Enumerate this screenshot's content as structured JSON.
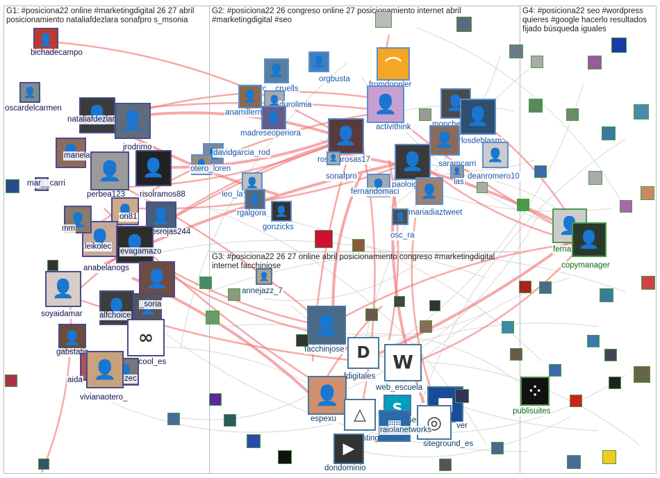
{
  "groups": [
    {
      "id": "G1",
      "title": "G1: #posiciona22 online #marketingdigital 26 27 abril posicionamiento nataliafdezlara sonafpro s_msonia"
    },
    {
      "id": "G2",
      "title": "G2: #posiciona22 26 congreso online 27 posicionamiento internet abril #marketingdigital #seo"
    },
    {
      "id": "G3",
      "title": "G3: #posiciona22 26 27 online abril posicionamiento congreso #marketingdigital internet facchinjose"
    },
    {
      "id": "G4",
      "title": "G4: #posiciona22 seo #wordpress quieres #google hacerlo resultados fijado búsqueda iguales"
    }
  ],
  "colors": {
    "edge_strong": "#f07070",
    "edge_light": "#d9d9d9",
    "panel_border": "#b9b9b9"
  },
  "nodes": [
    {
      "g": "g1",
      "label": "bichadecampo",
      "color": "#c0392b",
      "glyph": "👤"
    },
    {
      "g": "g1",
      "label": "oscardelcarmen",
      "color": "#7f8c8d",
      "glyph": "👤"
    },
    {
      "g": "g1",
      "label": "nataliafdezlara",
      "color": "#3b3b3b",
      "glyph": "👤"
    },
    {
      "g": "g1",
      "label": "jrodrimo",
      "color": "#5d6d7e",
      "glyph": "👤"
    },
    {
      "g": "g1",
      "label": "mariela",
      "color": "#8e6c5a",
      "glyph": "👤"
    },
    {
      "g": "g1",
      "label": "mar__carri",
      "color": "#a0a0a0",
      "glyph": "👤"
    },
    {
      "g": "g1",
      "label": "perbea123",
      "color": "#9b9b9b",
      "glyph": "👤"
    },
    {
      "g": "g1",
      "label": "risolramos88",
      "color": "#222222",
      "glyph": "👤"
    },
    {
      "g": "g1",
      "label": "on81",
      "color": "#cfa98a",
      "glyph": "👤"
    },
    {
      "g": "g1",
      "label": "osrojas244",
      "color": "#4a5d7a",
      "glyph": "👤"
    },
    {
      "g": "g1",
      "label": "leikolec",
      "color": "#c9a89a",
      "glyph": "👤"
    },
    {
      "g": "g1",
      "label": "evagamazo",
      "color": "#2d2d2d",
      "glyph": "👤"
    },
    {
      "g": "g1",
      "label": "anabelanogs",
      "color": "#6d4c41",
      "glyph": "👤"
    },
    {
      "g": "g1",
      "label": "soyaidamar",
      "color": "#d7ccc8",
      "glyph": "👤"
    },
    {
      "g": "g1",
      "label": "alfchoice",
      "color": "#3e3e3e",
      "glyph": "👤"
    },
    {
      "g": "g1",
      "label": "_soria",
      "color": "#555555",
      "glyph": "👤"
    },
    {
      "g": "g1",
      "label": "gabstatic",
      "color": "#6b4b3a",
      "glyph": "👤"
    },
    {
      "g": "g1",
      "label": "metricool_es",
      "color": "#ffffff",
      "glyph": "∞"
    },
    {
      "g": "g1",
      "label": "aida",
      "color": "#aa5555",
      "glyph": "👤"
    },
    {
      "g": "g1",
      "label": "zec",
      "color": "#777777",
      "glyph": "👤"
    },
    {
      "g": "g1",
      "label": "vivianaotero_",
      "color": "#c7a27c",
      "glyph": "👤"
    },
    {
      "g": "g1",
      "label": "mm",
      "color": "#8a7a6a",
      "glyph": "👤"
    },
    {
      "g": "g2",
      "label": "marc__cruells",
      "color": "#5a7fa0",
      "glyph": "👤"
    },
    {
      "g": "g2",
      "label": "orgbusta",
      "color": "#3f7fbf",
      "glyph": "👤"
    },
    {
      "g": "g2",
      "label": "anamillernet",
      "color": "#8a6a4a",
      "glyph": "👤"
    },
    {
      "g": "g2",
      "label": "durolimia",
      "color": "#aaaaaa",
      "glyph": "👤"
    },
    {
      "g": "g2",
      "label": "madreseoperiora",
      "color": "#6a5a8a",
      "glyph": "👤"
    },
    {
      "g": "g2",
      "label": "davidgarcia_rod",
      "color": "#7a8a9a",
      "glyph": "👤"
    },
    {
      "g": "g2",
      "label": "otero_loren",
      "color": "#9a8a7a",
      "glyph": "👤"
    },
    {
      "g": "g2",
      "label": "leo_la",
      "color": "#bfbfbf",
      "glyph": "👤"
    },
    {
      "g": "g2",
      "label": "rgalgora",
      "color": "#5a6a7a",
      "glyph": "👤"
    },
    {
      "g": "g2",
      "label": "gonzicks",
      "color": "#333333",
      "glyph": "👤"
    },
    {
      "g": "g2",
      "label": "fromdoppler",
      "color": "#f5a623",
      "glyph": "⌒"
    },
    {
      "g": "g2",
      "label": "activithink",
      "color": "#c8a0d0",
      "glyph": "👤"
    },
    {
      "g": "g2",
      "label": "monche",
      "color": "#4a4a4a",
      "glyph": "👤"
    },
    {
      "g": "g2",
      "label": "carlosdeblasm",
      "color": "#2f4f6f",
      "glyph": "👤"
    },
    {
      "g": "g2",
      "label": "rosanarosas17",
      "color": "#5a3a3a",
      "glyph": "👤"
    },
    {
      "g": "g2",
      "label": "sonafpro",
      "color": "#aaaaaa",
      "glyph": "👤"
    },
    {
      "g": "g2",
      "label": "saramcarri",
      "color": "#8a6a5a",
      "glyph": "👤"
    },
    {
      "g": "g2",
      "label": "las",
      "color": "#999999",
      "glyph": "👤"
    },
    {
      "g": "g2",
      "label": "deanromero10",
      "color": "#cccccc",
      "glyph": "👤"
    },
    {
      "g": "g2",
      "label": "paoloigna1",
      "color": "#3a3a3a",
      "glyph": "👤"
    },
    {
      "g": "g2",
      "label": "fernandomaci",
      "color": "#9aaab0",
      "glyph": "👤"
    },
    {
      "g": "g2",
      "label": "mariadiaztweet",
      "color": "#a08070",
      "glyph": "👤"
    },
    {
      "g": "g2",
      "label": "osc_ra",
      "color": "#505050",
      "glyph": "👤"
    },
    {
      "g": "g3",
      "label": "annejazz_7",
      "color": "#b0a090",
      "glyph": "👤"
    },
    {
      "g": "g3",
      "label": "facchinjose",
      "color": "#4a6a8a",
      "glyph": "👤"
    },
    {
      "g": "g3",
      "label": "fdigitales",
      "color": "#ffffff",
      "glyph": "D"
    },
    {
      "g": "g3",
      "label": "web_escuela",
      "color": "#ffffff",
      "glyph": "W"
    },
    {
      "g": "g3",
      "label": "espexu",
      "color": "#d09070",
      "glyph": "👤"
    },
    {
      "g": "g3",
      "label": "dinahosting",
      "color": "#ffffff",
      "glyph": "△"
    },
    {
      "g": "g3",
      "label": "sered",
      "color": "#00a0c0",
      "glyph": "S"
    },
    {
      "g": "g3",
      "label": "ver",
      "color": "#1a4a9a",
      "glyph": "■"
    },
    {
      "g": "g3",
      "label": "siteground_es",
      "color": "#ffffff",
      "glyph": "◎"
    },
    {
      "g": "g3",
      "label": "raiolanetworks",
      "color": "#2a6aaa",
      "glyph": "▦"
    },
    {
      "g": "g3",
      "label": "dondominio",
      "color": "#333333",
      "glyph": "▶"
    },
    {
      "g": "g4",
      "label": "ferna",
      "color": "#cccccc",
      "glyph": "👤"
    },
    {
      "g": "g4",
      "label": "copymanager",
      "color": "#2a3a2a",
      "glyph": "👤"
    },
    {
      "g": "g4",
      "label": "publisuites",
      "color": "#111111",
      "glyph": "⁘"
    }
  ]
}
